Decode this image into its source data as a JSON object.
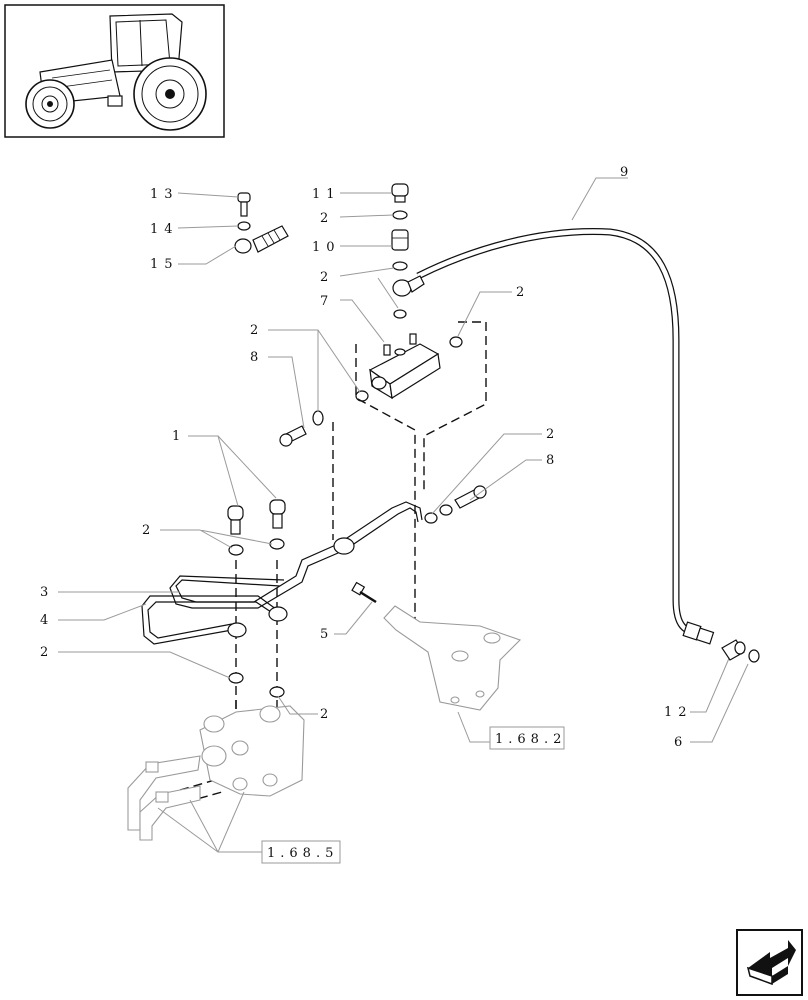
{
  "callouts": [
    {
      "id": "13",
      "text": "13"
    },
    {
      "id": "14",
      "text": "14"
    },
    {
      "id": "15",
      "text": "15"
    },
    {
      "id": "11",
      "text": "11"
    },
    {
      "id": "2a",
      "text": "2"
    },
    {
      "id": "10",
      "text": "10"
    },
    {
      "id": "2b",
      "text": "2"
    },
    {
      "id": "7",
      "text": "7"
    },
    {
      "id": "9",
      "text": "9"
    },
    {
      "id": "2c",
      "text": "2"
    },
    {
      "id": "2d",
      "text": "2"
    },
    {
      "id": "8a",
      "text": "8"
    },
    {
      "id": "1",
      "text": "1"
    },
    {
      "id": "2e",
      "text": "2"
    },
    {
      "id": "8b",
      "text": "8"
    },
    {
      "id": "2f",
      "text": "2"
    },
    {
      "id": "3",
      "text": "3"
    },
    {
      "id": "4",
      "text": "4"
    },
    {
      "id": "2g",
      "text": "2"
    },
    {
      "id": "5",
      "text": "5"
    },
    {
      "id": "2h",
      "text": "2"
    },
    {
      "id": "12",
      "text": "12"
    },
    {
      "id": "6",
      "text": "6"
    }
  ],
  "references": [
    {
      "id": "ref-1682",
      "text": "1.68.2"
    },
    {
      "id": "ref-1685",
      "text": "1.68.5"
    }
  ],
  "icons": {
    "thumbnail": "tractor-thumbnail-icon",
    "nav": "next-page-arrow-icon"
  }
}
